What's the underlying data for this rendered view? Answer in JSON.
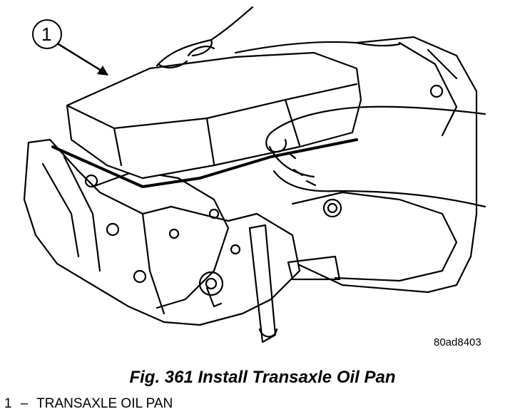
{
  "figure": {
    "callout_number": "1",
    "image_code": "80ad8403"
  },
  "caption": "Fig. 361 Install Transaxle Oil Pan",
  "legend": [
    {
      "number": "1",
      "separator": "–",
      "label": "TRANSAXLE OIL PAN"
    }
  ]
}
